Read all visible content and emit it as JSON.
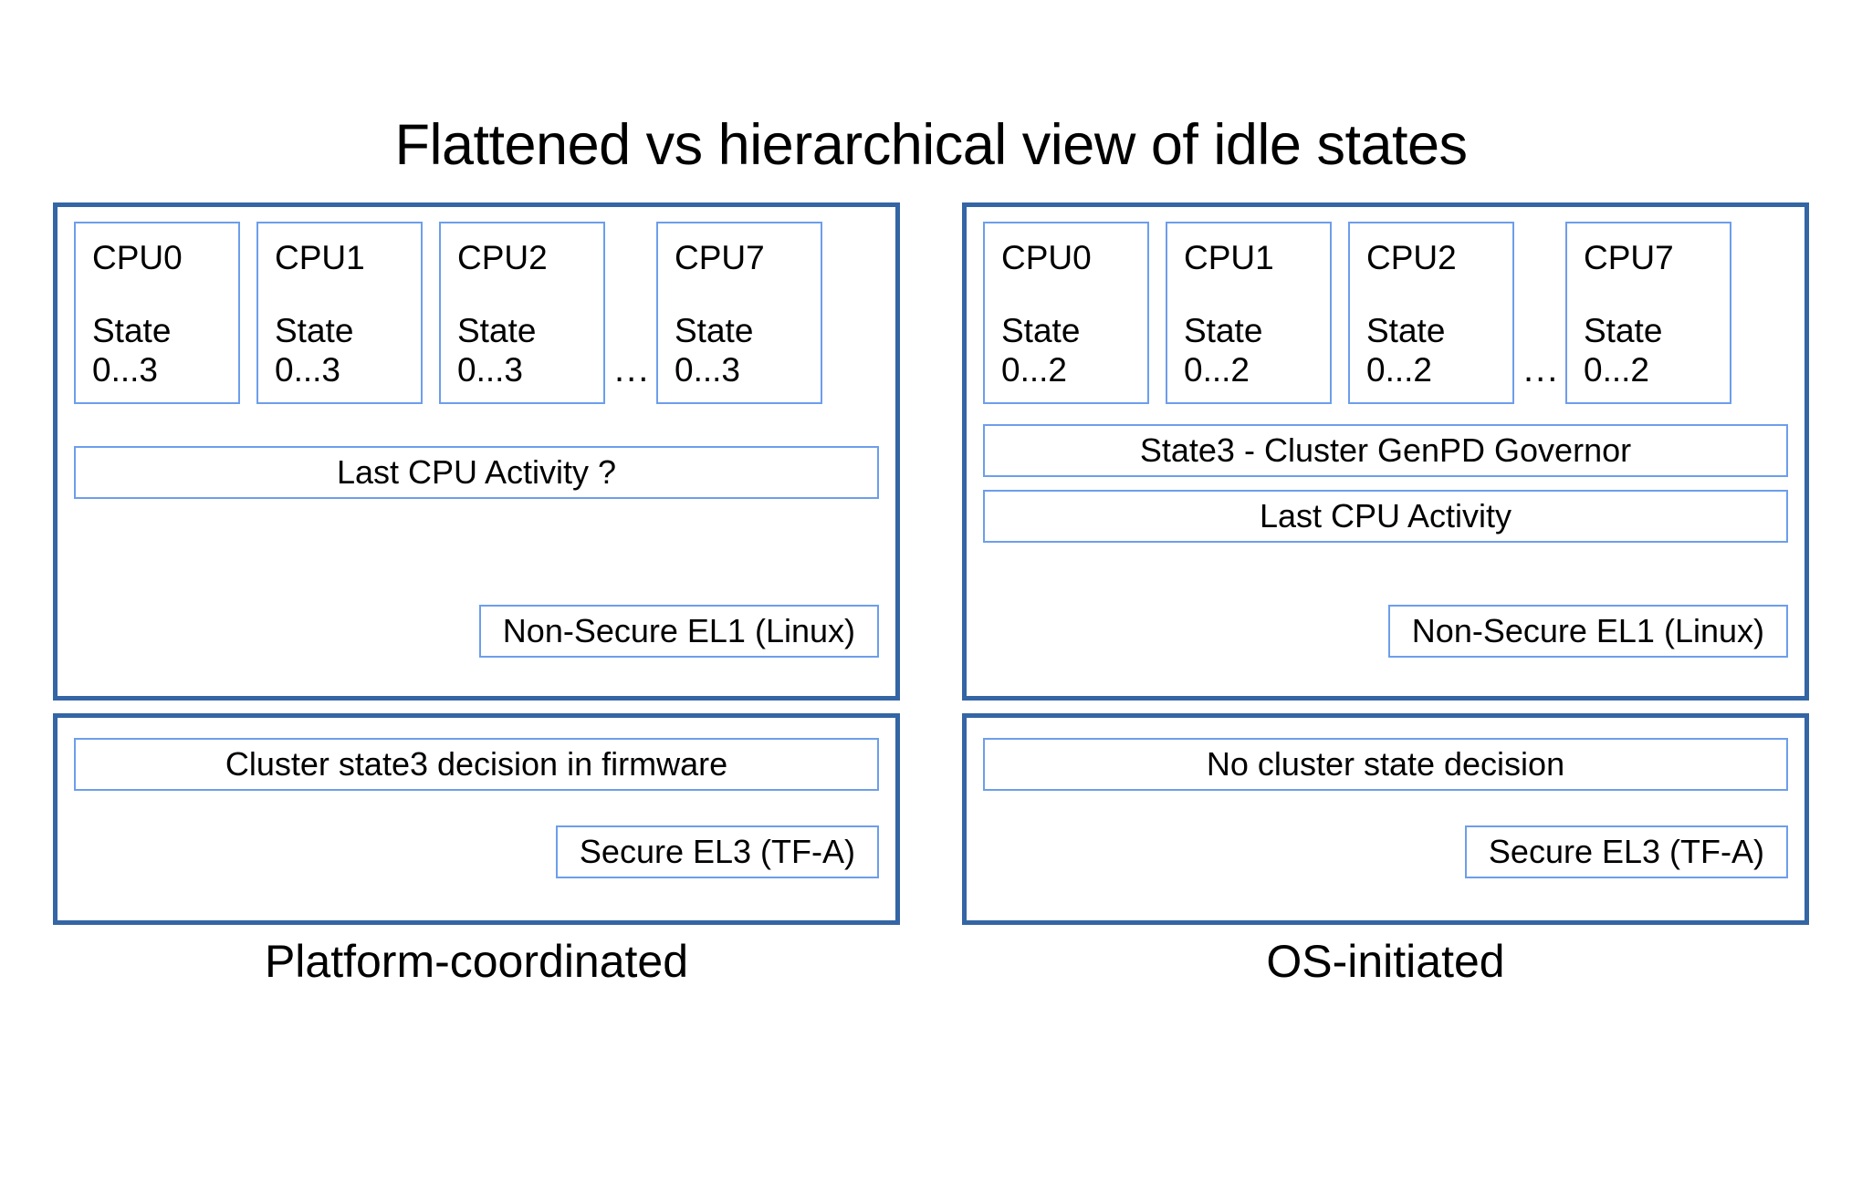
{
  "title": "Flattened vs hierarchical view of idle states",
  "colors": {
    "outer_border": "#3465a4",
    "inner_border": "#6d9eeb",
    "background": "#ffffff",
    "text": "#000000"
  },
  "columns": [
    {
      "id": "platform-coordinated",
      "caption": "Platform-coordinated",
      "upper_panel": {
        "cpus": [
          {
            "name": "CPU0",
            "state_label": "State",
            "state_range": "0...3"
          },
          {
            "name": "CPU1",
            "state_label": "State",
            "state_range": "0...3"
          },
          {
            "name": "CPU2",
            "state_label": "State",
            "state_range": "0...3"
          },
          {
            "name": "CPU7",
            "state_label": "State",
            "state_range": "0...3"
          }
        ],
        "ellipsis": "...",
        "governor_bar": null,
        "activity_bar": "Last CPU Activity ?",
        "el_tag": "Non-Secure EL1 (Linux)"
      },
      "lower_panel": {
        "decision_bar": "Cluster state3 decision in firmware",
        "el_tag": "Secure EL3 (TF-A)"
      }
    },
    {
      "id": "os-initiated",
      "caption": "OS-initiated",
      "upper_panel": {
        "cpus": [
          {
            "name": "CPU0",
            "state_label": "State",
            "state_range": "0...2"
          },
          {
            "name": "CPU1",
            "state_label": "State",
            "state_range": "0...2"
          },
          {
            "name": "CPU2",
            "state_label": "State",
            "state_range": "0...2"
          },
          {
            "name": "CPU7",
            "state_label": "State",
            "state_range": "0...2"
          }
        ],
        "ellipsis": "...",
        "governor_bar": "State3 - Cluster GenPD Governor",
        "activity_bar": "Last CPU Activity",
        "el_tag": "Non-Secure EL1 (Linux)"
      },
      "lower_panel": {
        "decision_bar": "No cluster state decision",
        "el_tag": "Secure EL3 (TF-A)"
      }
    }
  ]
}
